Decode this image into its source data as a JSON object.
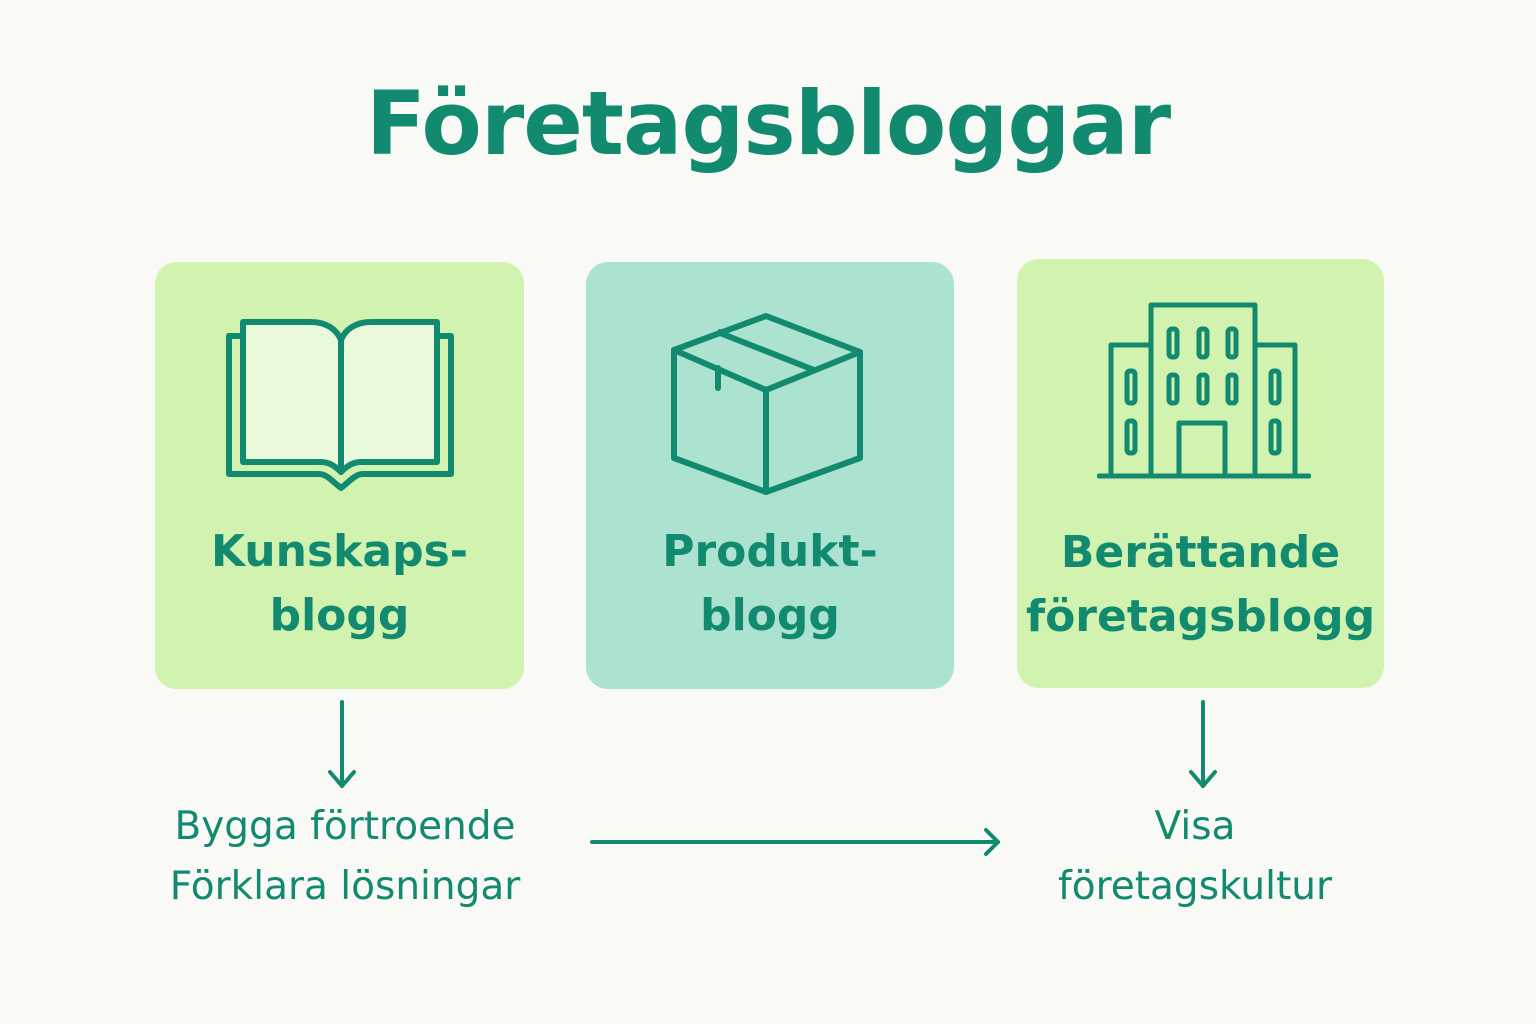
{
  "title": "Företagsbloggar",
  "colors": {
    "background": "#f9f9f5",
    "primary": "#128a70",
    "card_light_green": "#d2f2b0",
    "card_teal": "#ace2d0"
  },
  "cards": [
    {
      "icon": "open-book-icon",
      "label_line1": "Kunskaps-",
      "label_line2": "blogg"
    },
    {
      "icon": "box-icon",
      "label_line1": "Produkt-",
      "label_line2": "blogg"
    },
    {
      "icon": "office-building-icon",
      "label_line1": "Berättande",
      "label_line2": "företagsblogg"
    }
  ],
  "outcomes": [
    {
      "line1": "Bygga förtroende",
      "line2": "Förklara lösningar"
    },
    {
      "line1": "Visa",
      "line2": "företagskultur"
    }
  ]
}
